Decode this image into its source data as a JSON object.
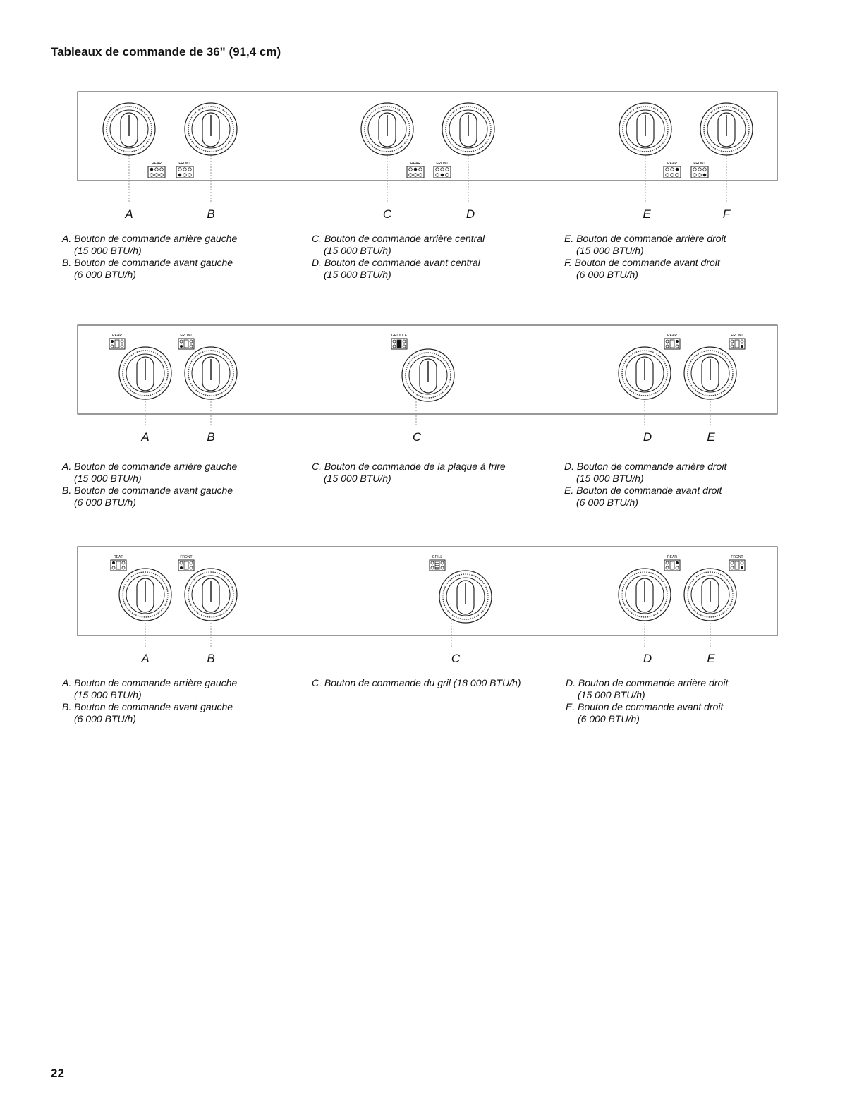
{
  "title": "Tableaux de commande de 36\" (91,4 cm)",
  "page_number": "22",
  "small_labels": {
    "rear": "REAR",
    "front": "FRONT",
    "griddle": "GRIDDLE",
    "grill": "GRILL"
  },
  "panel1": {
    "letters": [
      "A",
      "B",
      "C",
      "D",
      "E",
      "F"
    ],
    "captions": [
      {
        "l1": "A. Bouton de commande arrière gauche",
        "l2": "(15 000 BTU/h)"
      },
      {
        "l1": "B. Bouton de commande avant gauche",
        "l2": "(6 000 BTU/h)"
      },
      {
        "l1": "C. Bouton de commande arrière central",
        "l2": "(15 000 BTU/h)"
      },
      {
        "l1": "D. Bouton de commande avant central",
        "l2": "(15 000 BTU/h)"
      },
      {
        "l1": "E. Bouton de commande arrière droit",
        "l2": "(15 000 BTU/h)"
      },
      {
        "l1": "F. Bouton de commande avant droit",
        "l2": "(6 000 BTU/h)"
      }
    ]
  },
  "panel2": {
    "letters": [
      "A",
      "B",
      "C",
      "D",
      "E"
    ],
    "captions": [
      {
        "l1": "A. Bouton de commande arrière gauche",
        "l2": "(15 000 BTU/h)"
      },
      {
        "l1": "B. Bouton de commande avant gauche",
        "l2": "(6 000 BTU/h)"
      },
      {
        "l1": "C. Bouton de commande de la plaque à frire",
        "l2": "(15 000 BTU/h)"
      },
      {
        "l1": "D. Bouton de commande arrière droit",
        "l2": "(15 000 BTU/h)"
      },
      {
        "l1": "E. Bouton de commande avant droit",
        "l2": "(6 000 BTU/h)"
      }
    ]
  },
  "panel3": {
    "letters": [
      "A",
      "B",
      "C",
      "D",
      "E"
    ],
    "captions": [
      {
        "l1": "A. Bouton de commande arrière gauche",
        "l2": "(15 000 BTU/h)"
      },
      {
        "l1": "B. Bouton de commande avant gauche",
        "l2": "(6 000 BTU/h)"
      },
      {
        "l1": "C. Bouton de commande du gril (18 000 BTU/h)"
      },
      {
        "l1": "D. Bouton de commande arrière droit",
        "l2": "(15 000 BTU/h)"
      },
      {
        "l1": "E. Bouton de commande avant droit",
        "l2": "(6 000 BTU/h)"
      }
    ]
  }
}
